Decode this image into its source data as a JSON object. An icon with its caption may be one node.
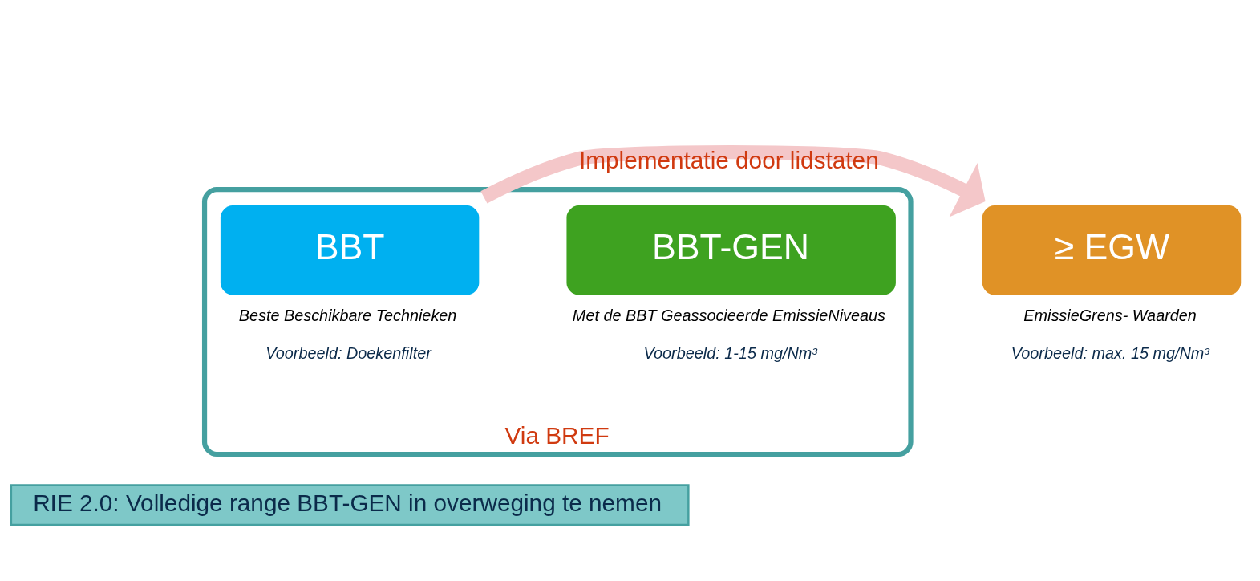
{
  "diagram": {
    "nodes": [
      {
        "text": [
          "Via BREF"
        ]
      },
      {
        "text": [
          "BBT"
        ],
        "in": 0,
        "beside": [
          "Beste Beschikbare Technieken",
          "Voorbeeld: Doekenfilter"
        ]
      },
      {
        "text": [
          "BBT-GEN"
        ],
        "in": 0,
        "beside": [
          "Met de BBT Geassocieerde EmissieNiveaus",
          "Voorbeeld: 1-15 mg/Nm³"
        ]
      },
      {
        "text": [
          "≥ EGW"
        ],
        "beside": [
          "EmissieGrens- Waarden",
          "Voorbeeld: max. 15 mg/Nm³"
        ]
      },
      {
        "text": [
          "RIE 2.0: Volledige range BBT-GEN in overweging te nemen"
        ]
      }
    ],
    "edges": [
      {
        "from": 1,
        "to": 3,
        "arrow": "to",
        "label": "Implementatie door lidstaten"
      }
    ]
  }
}
